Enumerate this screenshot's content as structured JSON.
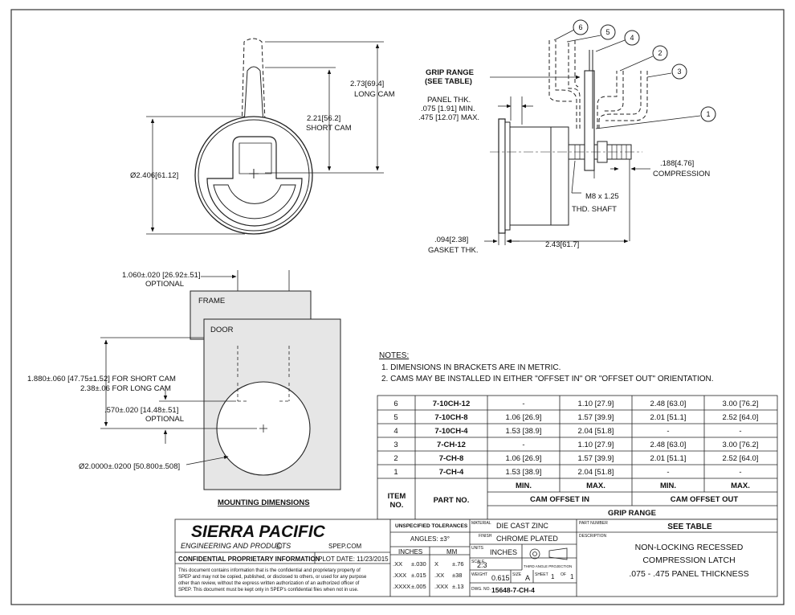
{
  "top_view": {
    "long_cam": "2.73",
    "long_cam_mm": "69.4",
    "long_cam_label": "LONG CAM",
    "short_cam": "2.21",
    "short_cam_mm": "56.2",
    "short_cam_label": "SHORT CAM",
    "diameter": "Ø2.406",
    "diameter_mm": "61.12"
  },
  "side_view": {
    "grip_range": "GRIP RANGE",
    "grip_see_table": "(SEE TABLE)",
    "panel_thk_1": "PANEL THK.",
    "panel_thk_2": ".075 [1.91] MIN.",
    "panel_thk_3": ".475 [12.07] MAX.",
    "compression": ".188",
    "compression_mm": "4.76",
    "compression_label": "COMPRESSION",
    "shaft_1": "M8 x 1.25",
    "shaft_2": "THD. SHAFT",
    "gasket": ".094",
    "gasket_mm": "2.38",
    "gasket_label": "GASKET THK.",
    "length": "2.43",
    "length_mm": "61.7",
    "balloons": [
      "1",
      "2",
      "3",
      "4",
      "5",
      "6"
    ]
  },
  "mounting": {
    "frame_offset": "1.060±.020",
    "frame_offset_mm": "26.92±.51",
    "optional": "OPTIONAL",
    "frame": "FRAME",
    "door": "DOOR",
    "short_dim_1": "1.880±.060",
    "short_dim_1_mm": "47.75±1.52",
    "short_dim_1_tail": "FOR SHORT CAM",
    "long_dim": "2.38±.06 FOR LONG CAM",
    "cam_dim": ".570±.020",
    "cam_dim_mm": "14.48±.51",
    "optional_2": "OPTIONAL",
    "hole_dia": "Ø2.0000±.0200",
    "hole_dia_mm": "50.800±.508",
    "title": "MOUNTING DIMENSIONS"
  },
  "notes": {
    "title": "NOTES:",
    "n1": "1.  DIMENSIONS IN BRACKETS ARE IN METRIC.",
    "n2": "2.  CAMS MAY BE INSTALLED IN EITHER \"OFFSET IN\" OR \"OFFSET OUT\" ORIENTATION."
  },
  "table": {
    "rows": [
      [
        "6",
        "7-10CH-12",
        "-",
        "1.10 [27.9]",
        "2.48 [63.0]",
        "3.00 [76.2]"
      ],
      [
        "5",
        "7-10CH-8",
        "1.06 [26.9]",
        "1.57 [39.9]",
        "2.01 [51.1]",
        "2.52 [64.0]"
      ],
      [
        "4",
        "7-10CH-4",
        "1.53 [38.9]",
        "2.04 [51.8]",
        "-",
        "-"
      ],
      [
        "3",
        "7-CH-12",
        "-",
        "1.10 [27.9]",
        "2.48 [63.0]",
        "3.00 [76.2]"
      ],
      [
        "2",
        "7-CH-8",
        "1.06 [26.9]",
        "1.57 [39.9]",
        "2.01 [51.1]",
        "2.52 [64.0]"
      ],
      [
        "1",
        "7-CH-4",
        "1.53 [38.9]",
        "2.04 [51.8]",
        "-",
        "-"
      ]
    ],
    "min": "MIN.",
    "max": "MAX.",
    "item_no_1": "ITEM",
    "item_no_2": "NO.",
    "part_no": "PART NO.",
    "cam_offset_in": "CAM OFFSET IN",
    "cam_offset_out": "CAM OFFSET OUT",
    "grip_range": "GRIP RANGE"
  },
  "title_block": {
    "company": "SIERRA PACIFIC",
    "company_sub": "ENGINEERING AND PRODUCTS",
    "registered": "R",
    "website": "SPEP.COM",
    "confidential": "CONFIDENTIAL PROPRIETARY INFORMATION",
    "plot_date": "PLOT DATE: 11/23/2015",
    "legal_1": "This document contains information that is the confidential and proprietary property of",
    "legal_2": "SPEP and may not be copied, published, or disclosed to others, or used for any purpose",
    "legal_3": "other than review, without the express written authorization of an authorized officer of",
    "legal_4": "SPEP. This document must be kept only in SPEP's confidential files when not in use.",
    "tol_title": "UNSPECIFIED TOLERANCES",
    "angles": "ANGLES: ±3°",
    "inches": "INCHES",
    "mm": "MM",
    "tol_rows": [
      [
        ".XX",
        "±.030",
        "X",
        "±.76"
      ],
      [
        ".XXX",
        "±.015",
        ".XX",
        "±38"
      ],
      [
        ".XXXX",
        "±.005",
        ".XXX",
        "±.13"
      ]
    ],
    "material_label": "MATERIAL",
    "material": "DIE CAST ZINC",
    "finish_label": "FINISH",
    "finish": "CHROME PLATED",
    "units_label": "UNITS",
    "units": "INCHES",
    "scale_label": "SCALE",
    "scale": "2:3",
    "projection": "THIRD ANGLE PROJECTION",
    "weight_label": "WEIGHT",
    "weight": "0.615",
    "size_label": "SIZE",
    "size": "A",
    "sheet_label": "SHEET",
    "sheet": "1",
    "of_label": "OF",
    "of": "1",
    "dwg_label": "DWG. NO.",
    "dwg": "15648-7-CH-4",
    "part_number_label": "PART NUMBER",
    "part_number": "SEE TABLE",
    "description_label": "DESCRIPTION",
    "desc_1": "NON-LOCKING RECESSED",
    "desc_2": "COMPRESSION LATCH",
    "desc_3": ".075 - .475 PANEL THICKNESS"
  }
}
